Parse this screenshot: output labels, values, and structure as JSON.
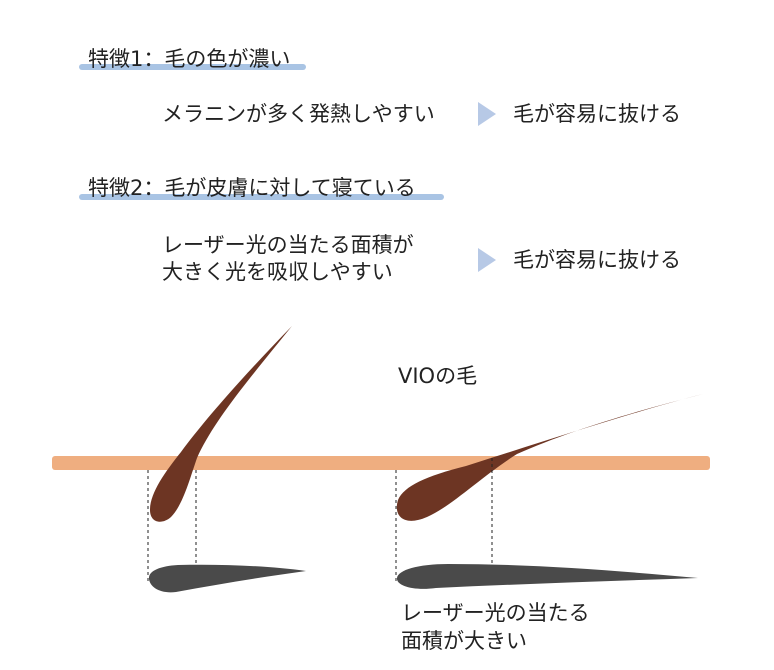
{
  "feature1": {
    "heading": "特徴1：毛の色が濃い",
    "cause": "メラニンが多く発熱しやすい",
    "result": "毛が容易に抜ける"
  },
  "feature2": {
    "heading": "特徴2：毛が皮膚に対して寝ている",
    "cause_line1": "レーザー光の当たる面積が",
    "cause_line2": "大きく光を吸収しやすい",
    "result": "毛が容易に抜ける"
  },
  "diagram": {
    "title": "VIOの毛",
    "area_label_line1": "レーザー光の当たる",
    "area_label_line2": "面積が大きい"
  },
  "colors": {
    "underline": "#a9c4e4",
    "arrow": "#b7c9e6",
    "skin": "#efae80",
    "hair": "#6d3523",
    "shadow": "#4a4a4a",
    "guide_line": "#222222"
  }
}
